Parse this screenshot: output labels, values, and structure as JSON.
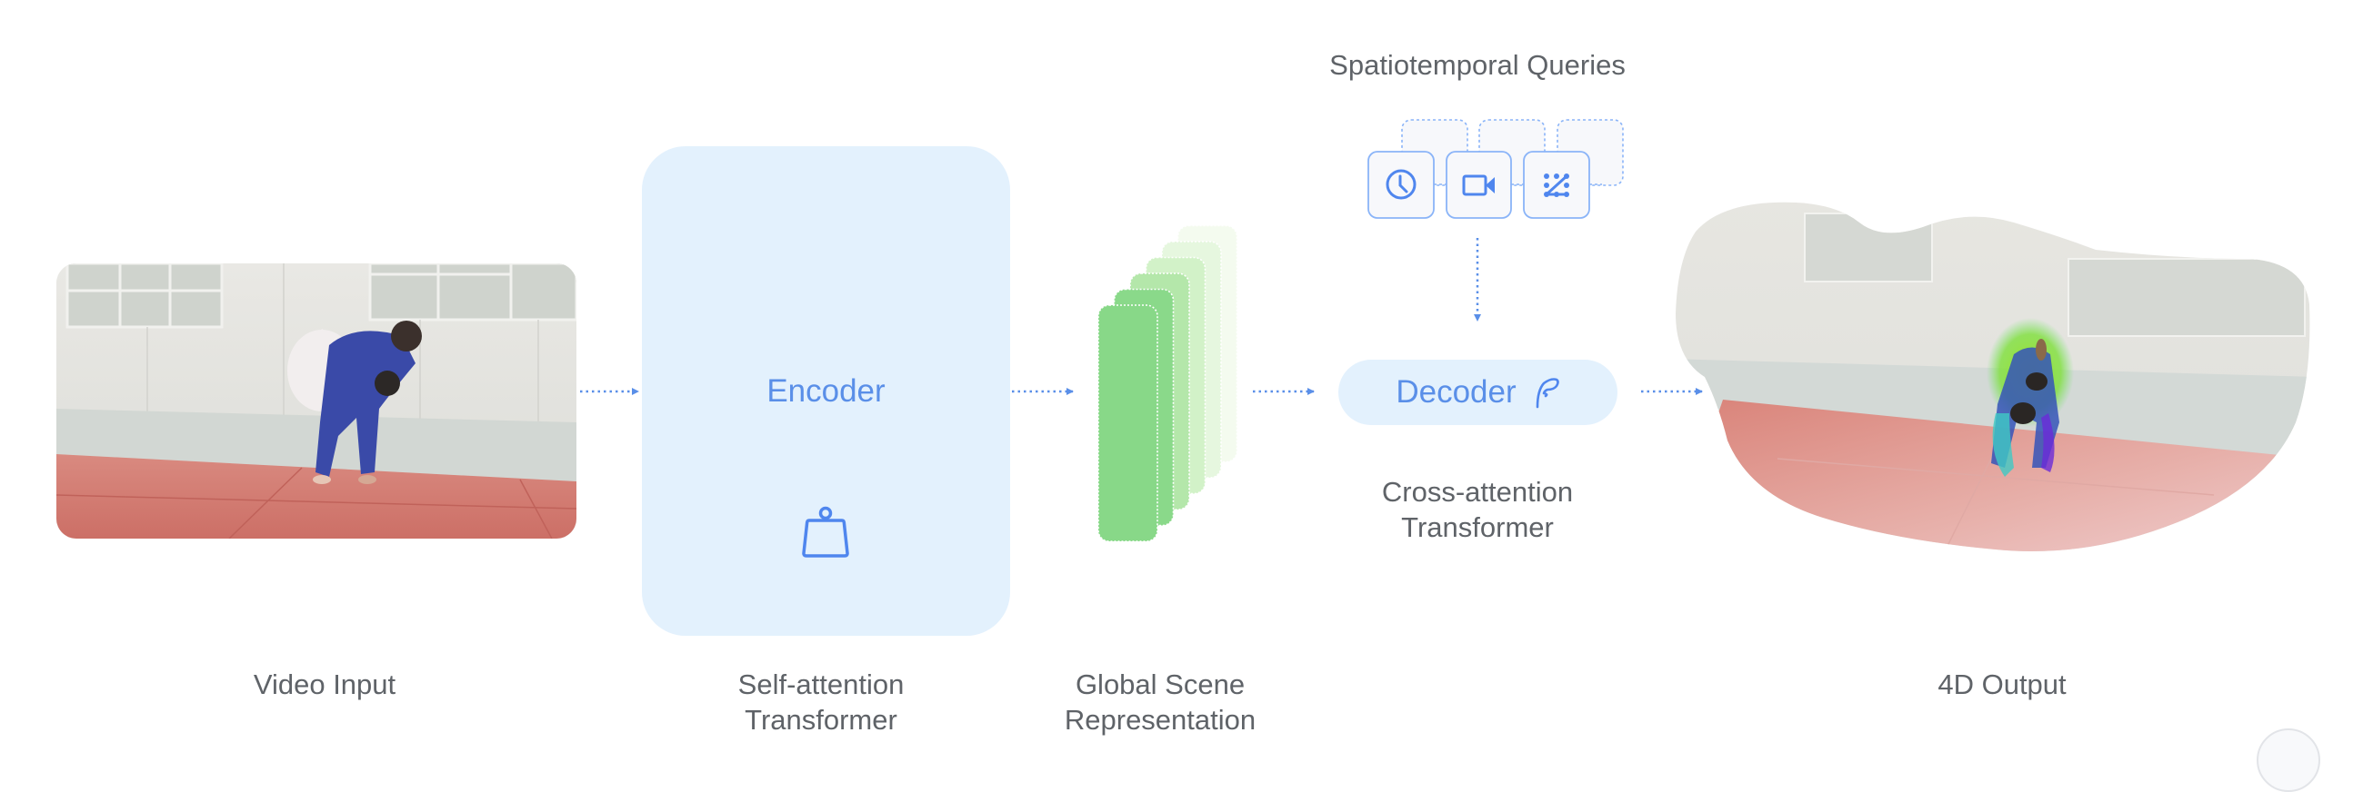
{
  "colors": {
    "accent_blue": "#5a8fe8",
    "box_fill": "#e3f1fd",
    "label_gray": "#5f6368",
    "stack_greens": [
      "#f4fbef",
      "#e6f7df",
      "#d2f2c8",
      "#b4e7aa",
      "#8ad98a",
      "#88d888"
    ]
  },
  "stages": {
    "video_input": {
      "label": "Video Input",
      "image": "judo-throw-video-frame"
    },
    "encoder": {
      "title": "Encoder",
      "caption_line1": "Self-attention",
      "caption_line2": "Transformer",
      "icon": "weight-icon"
    },
    "scene": {
      "caption_line1": "Global Scene",
      "caption_line2": "Representation",
      "layers": 6
    },
    "queries": {
      "title": "Spatiotemporal Queries",
      "items": [
        {
          "icon": "clock-icon",
          "meaning": "time"
        },
        {
          "icon": "video-camera-icon",
          "meaning": "camera"
        },
        {
          "icon": "point-track-icon",
          "meaning": "position"
        }
      ]
    },
    "decoder": {
      "title": "Decoder",
      "caption_line1": "Cross-attention",
      "caption_line2": "Transformer",
      "icon": "feather-icon"
    },
    "output": {
      "label": "4D Output",
      "image": "reconstructed-4d-scene-with-motion-tracks"
    }
  }
}
